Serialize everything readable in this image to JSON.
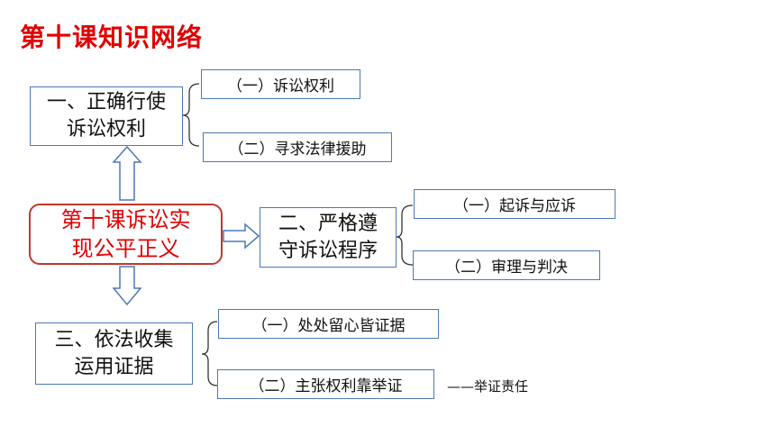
{
  "title": "第十课知识网络",
  "center": {
    "line1": "第十课诉讼实",
    "line2": "现公平正义"
  },
  "branch1": {
    "line1": "一、正确行使",
    "line2": "诉讼权利",
    "items": [
      "（一）诉讼权利",
      "（二）寻求法律援助"
    ]
  },
  "branch2": {
    "line1": "二、严格遵",
    "line2": "守诉讼程序",
    "items": [
      "（一）起诉与应诉",
      "（二）审理与判决"
    ]
  },
  "branch3": {
    "line1": "三、依法收集",
    "line2": "运用证据",
    "items": [
      "（一）处处留心皆证据",
      "（二）主张权利靠举证"
    ]
  },
  "note": "——举证责任",
  "colors": {
    "title": "#e00000",
    "box_border": "#4a7ab5",
    "center_border": "#c0392b",
    "arrow": "#4a7ab5"
  }
}
